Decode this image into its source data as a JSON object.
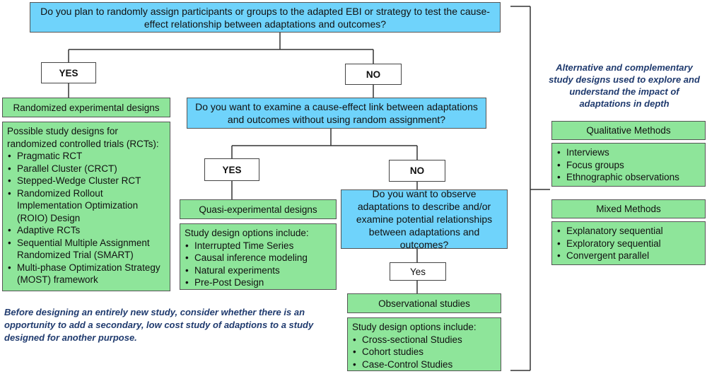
{
  "q1": "Do you plan to randomly assign participants or groups to the adapted EBI or strategy to test the cause-effect relationship between adaptations and outcomes?",
  "yes1": "YES",
  "no1": "NO",
  "rct_header": "Randomized experimental designs",
  "rct_intro": "Possible study designs for randomized controlled trials (RCTs):",
  "rct_items": [
    "Pragmatic RCT",
    "Parallel Cluster (CRCT)",
    "Stepped-Wedge Cluster RCT",
    "Randomized Rollout Implementation Optimization (ROIO) Design",
    "Adaptive RCTs",
    "Sequential Multiple Assignment Randomized Trial (SMART)",
    "Multi-phase Optimization Strategy (MOST) framework"
  ],
  "q2": "Do you want to examine a cause-effect link between adaptations and outcomes without using random assignment?",
  "yes2": "YES",
  "no2": "NO",
  "quasi_header": "Quasi-experimental designs",
  "quasi_intro": "Study design options include:",
  "quasi_items": [
    "Interrupted Time Series",
    "Causal inference modeling",
    "Natural experiments",
    "Pre-Post Design"
  ],
  "q3": "Do you want to observe adaptations to describe and/or examine potential relationships between adaptations and outcomes?",
  "yes3": "Yes",
  "obs_header": "Observational studies",
  "obs_intro": "Study design options include:",
  "obs_items": [
    "Cross-sectional Studies",
    "Cohort studies",
    "Case-Control Studies"
  ],
  "alt_note": "Alternative and complementary study designs used to explore and understand the impact of adaptations in depth",
  "qual_header": "Qualitative Methods",
  "qual_items": [
    "Interviews",
    "Focus groups",
    "Ethnographic observations"
  ],
  "mixed_header": "Mixed Methods",
  "mixed_items": [
    "Explanatory sequential",
    "Exploratory sequential",
    "Convergent parallel"
  ],
  "bottom_note": "Before designing an entirely new study, consider whether there is an opportunity to add a secondary, low cost study of adaptions to a study designed for another purpose."
}
